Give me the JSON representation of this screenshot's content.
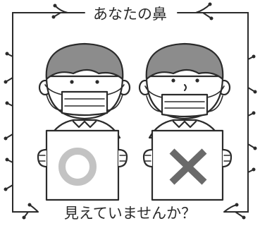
{
  "poster": {
    "title": "あなたの鼻",
    "caption": "見えていませんか？"
  },
  "colors": {
    "line": "#2b2b2b",
    "hair": "#8c8c8c",
    "circle_mark": "#c3c3c3",
    "cross_mark": "#6a6a6a",
    "paper": "#ffffff"
  },
  "marks": {
    "left_board": "circle-mark",
    "right_board": "cross-mark"
  }
}
